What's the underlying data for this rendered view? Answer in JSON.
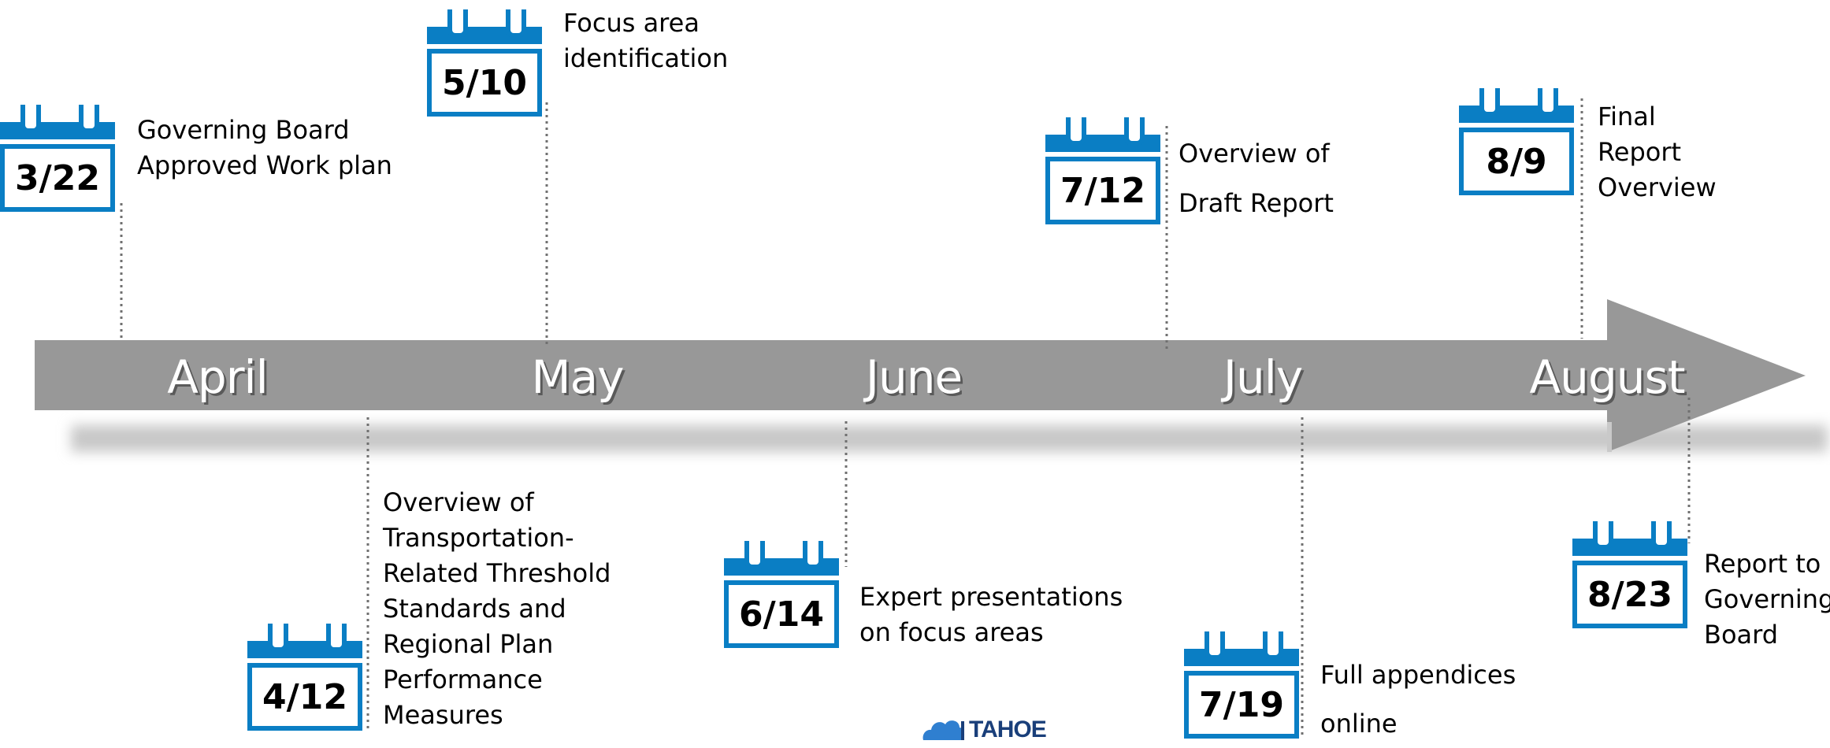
{
  "months": [
    {
      "id": "april",
      "label": "April"
    },
    {
      "id": "may",
      "label": "May"
    },
    {
      "id": "june",
      "label": "June"
    },
    {
      "id": "july",
      "label": "July"
    },
    {
      "id": "august",
      "label": "August"
    }
  ],
  "events": [
    {
      "id": "e1",
      "date": "3/22",
      "text": "Governing Board\nApproved Work plan"
    },
    {
      "id": "e2",
      "date": "4/12",
      "text": "Overview of\nTransportation-\nRelated Threshold\nStandards and\nRegional Plan\nPerformance\nMeasures"
    },
    {
      "id": "e3",
      "date": "5/10",
      "text": "Focus area\nidentification"
    },
    {
      "id": "e4",
      "date": "6/14",
      "text": "Expert presentations\non focus areas"
    },
    {
      "id": "e5",
      "date": "7/12",
      "text": "Overview of\nDraft Report"
    },
    {
      "id": "e6",
      "date": "7/19",
      "text": "Full appendices\nonline"
    },
    {
      "id": "e7",
      "date": "8/9",
      "text": "Final\nReport\nOverview"
    },
    {
      "id": "e8",
      "date": "8/23",
      "text": "Report to\nGoverning\nBoard"
    }
  ],
  "logo": {
    "text": "TAHOE"
  },
  "colors": {
    "calendar_blue": "#0a7ec4",
    "arrow_gray": "#989898",
    "logo_blue": "#1a3f7a"
  }
}
